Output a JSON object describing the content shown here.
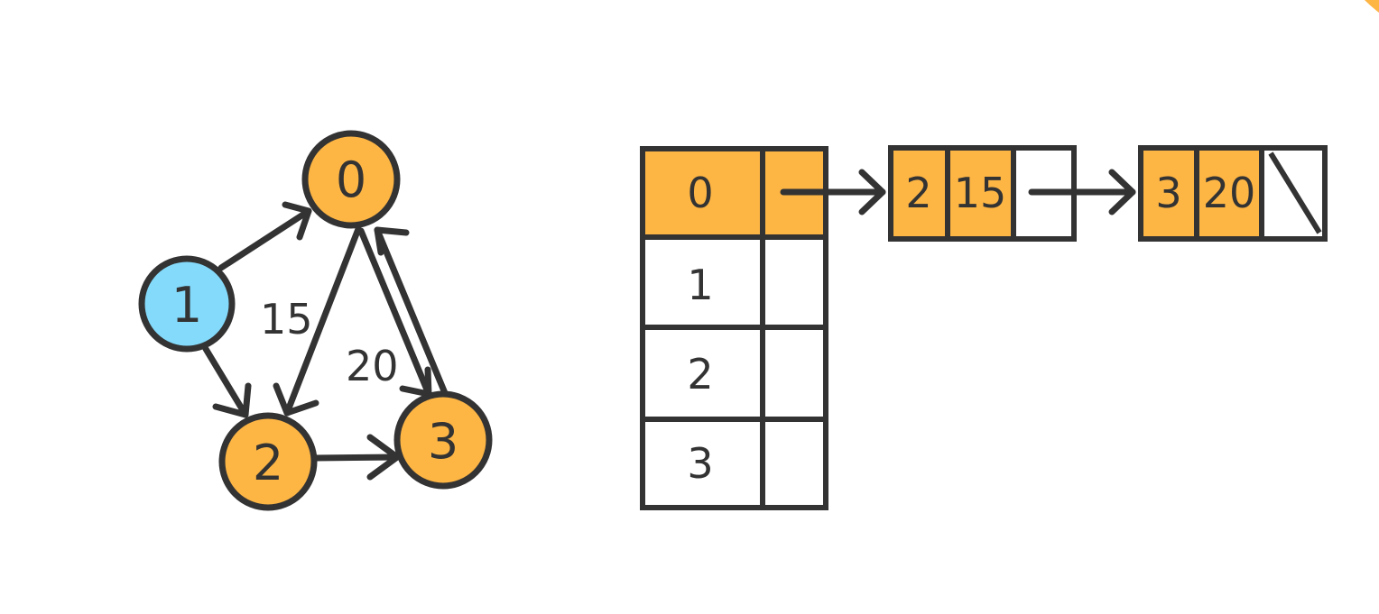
{
  "colors": {
    "stroke": "#333333",
    "orange": "#FDB544",
    "blue": "#84DAFB",
    "white": "#FFFFFF"
  },
  "graph": {
    "nodes": [
      {
        "label": "0",
        "color": "orange"
      },
      {
        "label": "1",
        "color": "blue"
      },
      {
        "label": "2",
        "color": "orange"
      },
      {
        "label": "3",
        "color": "orange"
      }
    ],
    "edge_weights": {
      "w_0_2": "15",
      "w_0_3": "20"
    }
  },
  "adjacency_table": {
    "rows": [
      {
        "vertex": "0",
        "highlighted": true
      },
      {
        "vertex": "1",
        "highlighted": false
      },
      {
        "vertex": "2",
        "highlighted": false
      },
      {
        "vertex": "3",
        "highlighted": false
      }
    ],
    "chain_row_0": [
      {
        "target": "2",
        "weight": "15",
        "next": "pointer"
      },
      {
        "target": "3",
        "weight": "20",
        "next": "null"
      }
    ]
  }
}
